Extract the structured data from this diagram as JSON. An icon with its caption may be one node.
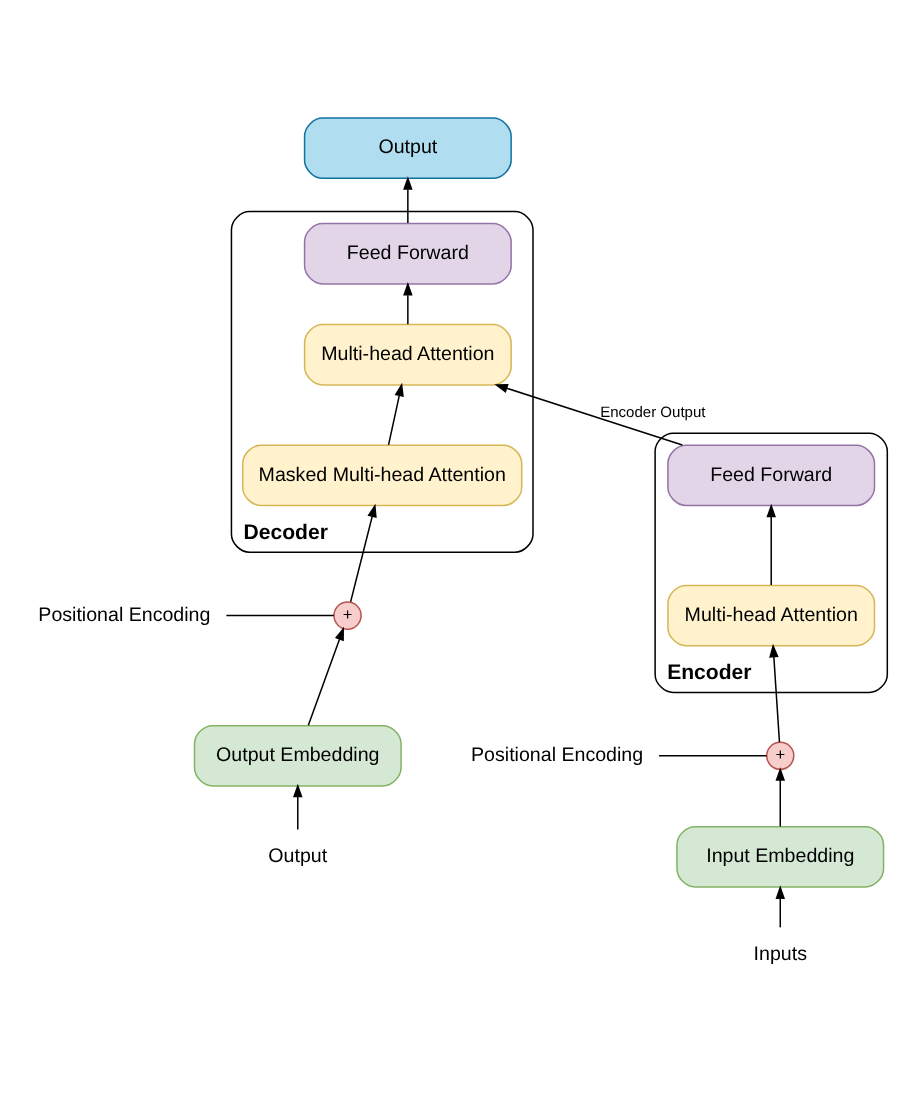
{
  "diagram": {
    "nodes": [
      {
        "text": [
          "Output"
        ]
      },
      {
        "text": [
          "Decoder"
        ]
      },
      {
        "text": [
          "Feed Forward"
        ],
        "in": 1
      },
      {
        "text": [
          "Multi-head Attention"
        ],
        "in": 1
      },
      {
        "text": [
          "Masked Multi-head Attention"
        ],
        "in": 1
      },
      {
        "text": [
          "Encoder"
        ]
      },
      {
        "text": [
          "Feed Forward"
        ],
        "in": 5
      },
      {
        "text": [
          "Multi-head Attention"
        ],
        "in": 5
      },
      {
        "text": [
          "+"
        ]
      },
      {
        "text": [
          "+"
        ]
      },
      {
        "text": [
          "Positional Encoding"
        ]
      },
      {
        "text": [
          "Positional Encoding"
        ]
      },
      {
        "text": [
          "Input Embedding"
        ]
      },
      {
        "text": [
          "Output Embedding"
        ]
      },
      {
        "text": [
          "Inputs"
        ]
      },
      {
        "text": [
          "Output"
        ]
      }
    ],
    "edges": [
      {
        "from": 14,
        "to": 12,
        "arrow": "to"
      },
      {
        "from": 12,
        "to": 8,
        "arrow": "to"
      },
      {
        "from": 10,
        "to": 8,
        "arrow": "none"
      },
      {
        "from": 8,
        "to": 7,
        "arrow": "to"
      },
      {
        "from": 7,
        "to": 6,
        "arrow": "to"
      },
      {
        "from": 6,
        "to": 3,
        "arrow": "to",
        "label": "Encoder Output"
      },
      {
        "from": 15,
        "to": 13,
        "arrow": "to"
      },
      {
        "from": 13,
        "to": 9,
        "arrow": "to"
      },
      {
        "from": 11,
        "to": 9,
        "arrow": "none"
      },
      {
        "from": 9,
        "to": 4,
        "arrow": "to"
      },
      {
        "from": 4,
        "to": 3,
        "arrow": "to"
      },
      {
        "from": 3,
        "to": 2,
        "arrow": "to"
      },
      {
        "from": 2,
        "to": 0,
        "arrow": "to"
      }
    ]
  }
}
